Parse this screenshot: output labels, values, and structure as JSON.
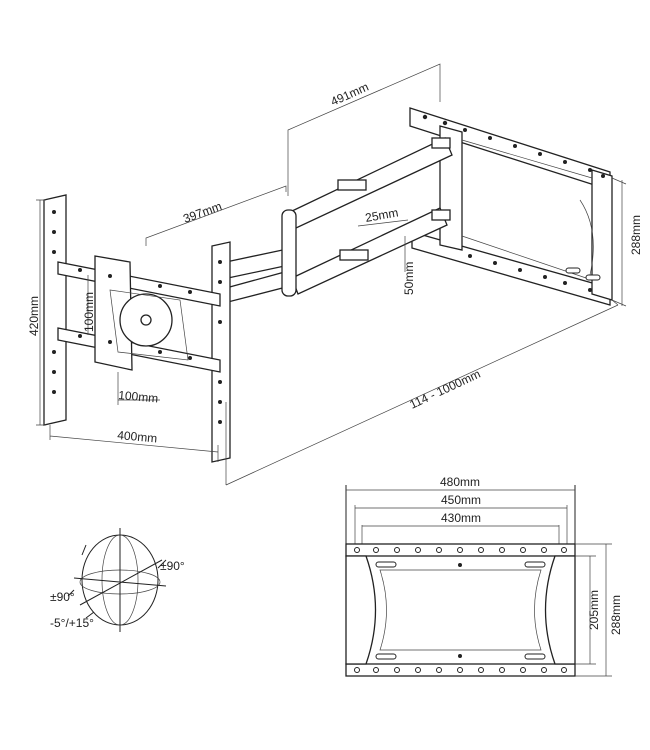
{
  "labels": {
    "arm_extension": "491mm",
    "arm_depth": "397mm",
    "arm_gap": "25mm",
    "arm_thickness": "50mm",
    "wall_plate_height": "288mm",
    "tv_vesa_height": "420mm",
    "tv_vesa_inner": "100mm",
    "tv_vesa_small": "100mm",
    "tv_bracket_width": "400mm",
    "extension_range": "114 - 1000mm",
    "plate_width_outer": "480mm",
    "plate_width_mid": "450mm",
    "plate_width_inner": "430mm",
    "plate_height_inner": "205mm",
    "plate_height_outer": "288mm",
    "swivel": "±90°",
    "rotation": "±90°",
    "tilt": "-5°/+15°"
  }
}
